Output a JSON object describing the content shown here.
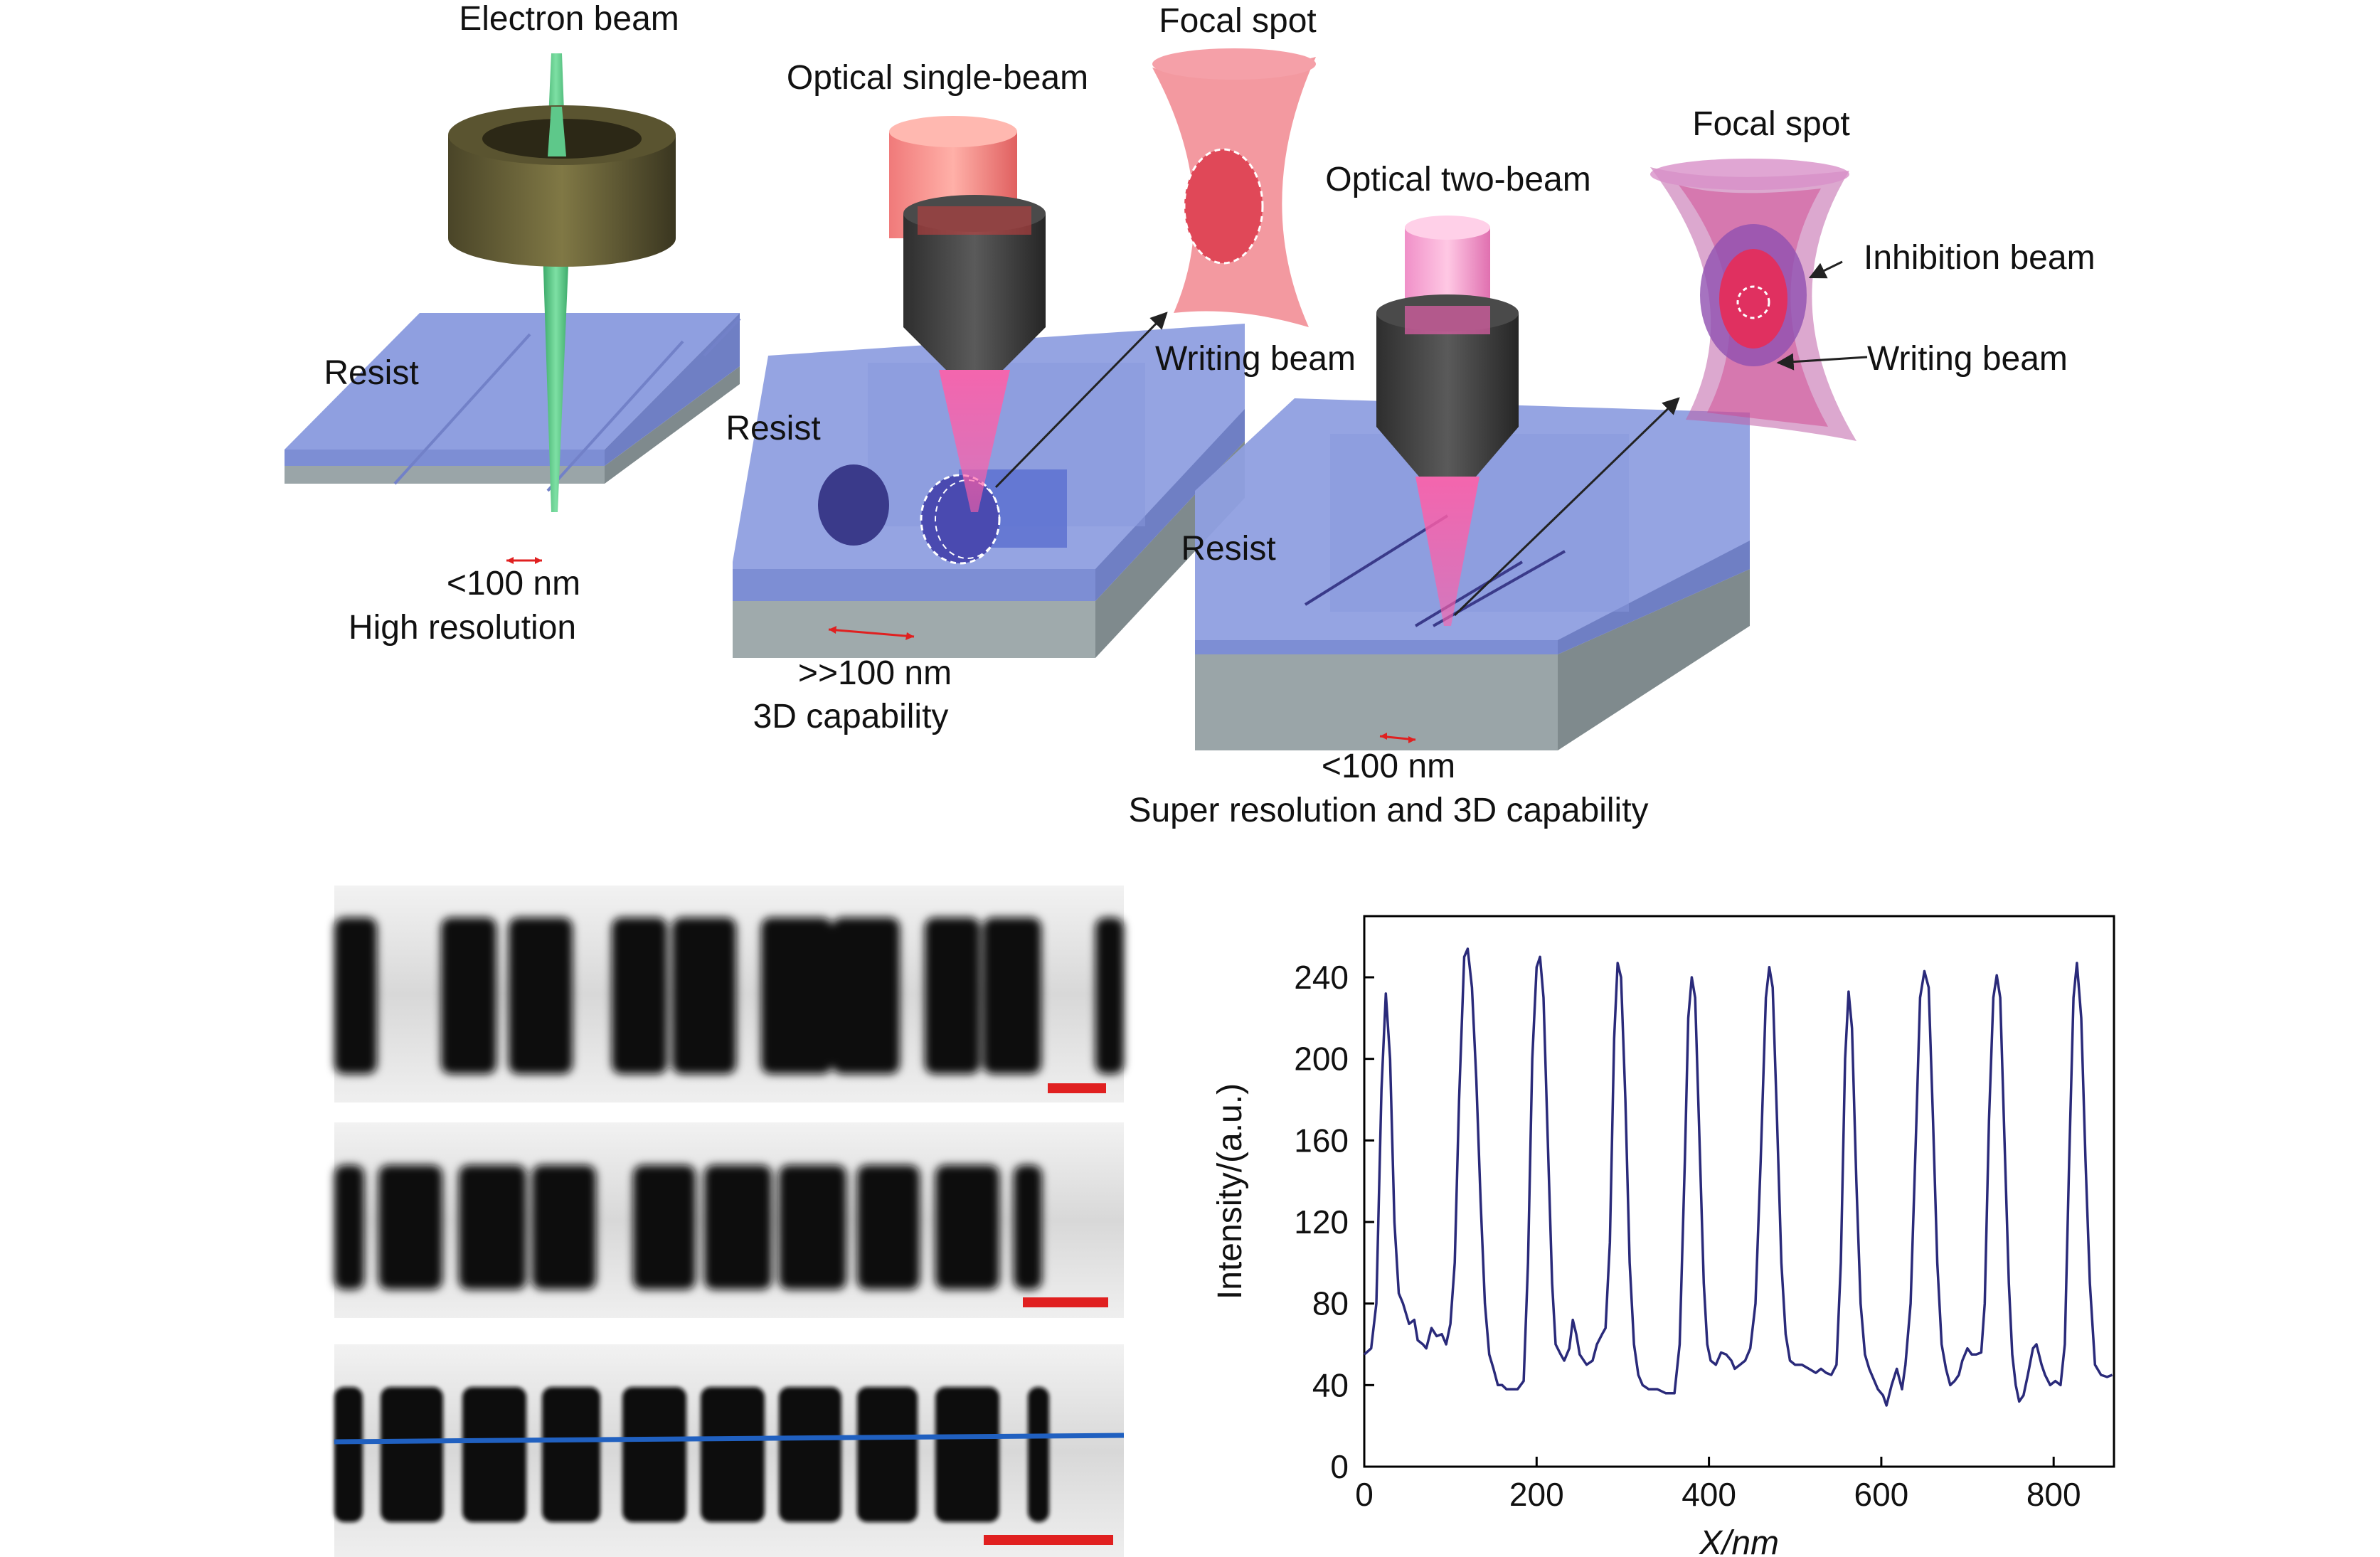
{
  "diagram": {
    "labels": {
      "electron_beam": "Electron beam",
      "optical_single_beam": "Optical single-beam",
      "focal_spot_1": "Focal spot",
      "optical_two_beam": "Optical two-beam",
      "focal_spot_2": "Focal spot",
      "inhibition_beam": "Inhibition beam",
      "writing_beam_1": "Writing beam",
      "writing_beam_2": "Writing beam",
      "resist_1": "Resist",
      "resist_2": "Resist",
      "resist_3": "Resist",
      "res_1": "<100 nm",
      "cap_1": "High resolution",
      "res_2": ">>100 nm",
      "cap_2": "3D capability",
      "res_3": "<100 nm",
      "cap_3": "Super resolution and 3D capability"
    },
    "colors": {
      "resist": "#8f9fe0",
      "substrate": "#9aa5a8",
      "electron_beam": "#55c080",
      "lens_dark": "#4a4a4a",
      "lens_ring": "#6b6338",
      "writing_beam": "#ff4fa0",
      "inhibition_beam": "#a070c8",
      "scale_bar": "#e02020",
      "line_profile": "#2060c0"
    }
  },
  "images": [
    {
      "name": "micrograph-1"
    },
    {
      "name": "micrograph-2"
    },
    {
      "name": "micrograph-3"
    }
  ],
  "chart_data": {
    "type": "line",
    "xlabel": "X/nm",
    "ylabel": "Intensity/(a.u.)",
    "xlim": [
      0,
      870
    ],
    "ylim": [
      0,
      270
    ],
    "xticks": [
      0,
      200,
      400,
      600,
      800
    ],
    "yticks": [
      0,
      40,
      80,
      120,
      160,
      200,
      240
    ],
    "line_color": "#2a2a7a",
    "series": [
      {
        "points": [
          [
            0,
            55
          ],
          [
            8,
            58
          ],
          [
            14,
            80
          ],
          [
            20,
            185
          ],
          [
            25,
            232
          ],
          [
            30,
            200
          ],
          [
            35,
            120
          ],
          [
            40,
            85
          ],
          [
            45,
            80
          ],
          [
            52,
            70
          ],
          [
            58,
            72
          ],
          [
            62,
            62
          ],
          [
            68,
            60
          ],
          [
            72,
            58
          ],
          [
            78,
            68
          ],
          [
            84,
            64
          ],
          [
            90,
            65
          ],
          [
            95,
            60
          ],
          [
            100,
            70
          ],
          [
            105,
            100
          ],
          [
            110,
            180
          ],
          [
            116,
            250
          ],
          [
            120,
            254
          ],
          [
            125,
            235
          ],
          [
            130,
            190
          ],
          [
            135,
            130
          ],
          [
            140,
            80
          ],
          [
            145,
            55
          ],
          [
            150,
            48
          ],
          [
            155,
            40
          ],
          [
            160,
            40
          ],
          [
            165,
            38
          ],
          [
            170,
            38
          ],
          [
            178,
            38
          ],
          [
            185,
            42
          ],
          [
            190,
            100
          ],
          [
            195,
            200
          ],
          [
            200,
            245
          ],
          [
            204,
            250
          ],
          [
            208,
            230
          ],
          [
            213,
            160
          ],
          [
            218,
            90
          ],
          [
            222,
            60
          ],
          [
            228,
            55
          ],
          [
            232,
            52
          ],
          [
            238,
            58
          ],
          [
            242,
            72
          ],
          [
            246,
            65
          ],
          [
            250,
            55
          ],
          [
            258,
            50
          ],
          [
            265,
            52
          ],
          [
            270,
            60
          ],
          [
            276,
            65
          ],
          [
            280,
            68
          ],
          [
            285,
            110
          ],
          [
            290,
            210
          ],
          [
            294,
            247
          ],
          [
            298,
            240
          ],
          [
            303,
            180
          ],
          [
            308,
            100
          ],
          [
            313,
            60
          ],
          [
            318,
            45
          ],
          [
            323,
            40
          ],
          [
            330,
            38
          ],
          [
            340,
            38
          ],
          [
            350,
            36
          ],
          [
            360,
            36
          ],
          [
            366,
            60
          ],
          [
            372,
            150
          ],
          [
            376,
            220
          ],
          [
            380,
            240
          ],
          [
            384,
            230
          ],
          [
            389,
            160
          ],
          [
            394,
            90
          ],
          [
            398,
            60
          ],
          [
            402,
            52
          ],
          [
            408,
            50
          ],
          [
            414,
            56
          ],
          [
            420,
            55
          ],
          [
            426,
            52
          ],
          [
            430,
            48
          ],
          [
            436,
            50
          ],
          [
            442,
            52
          ],
          [
            448,
            58
          ],
          [
            454,
            80
          ],
          [
            460,
            150
          ],
          [
            466,
            230
          ],
          [
            470,
            245
          ],
          [
            474,
            235
          ],
          [
            479,
            170
          ],
          [
            484,
            100
          ],
          [
            489,
            65
          ],
          [
            494,
            52
          ],
          [
            500,
            50
          ],
          [
            508,
            50
          ],
          [
            516,
            48
          ],
          [
            524,
            46
          ],
          [
            530,
            48
          ],
          [
            536,
            46
          ],
          [
            542,
            45
          ],
          [
            548,
            50
          ],
          [
            553,
            100
          ],
          [
            558,
            200
          ],
          [
            562,
            233
          ],
          [
            566,
            215
          ],
          [
            571,
            140
          ],
          [
            576,
            80
          ],
          [
            581,
            55
          ],
          [
            586,
            48
          ],
          [
            590,
            44
          ],
          [
            596,
            38
          ],
          [
            602,
            35
          ],
          [
            606,
            30
          ],
          [
            612,
            40
          ],
          [
            618,
            48
          ],
          [
            624,
            38
          ],
          [
            628,
            50
          ],
          [
            634,
            80
          ],
          [
            640,
            160
          ],
          [
            645,
            230
          ],
          [
            650,
            243
          ],
          [
            655,
            235
          ],
          [
            660,
            170
          ],
          [
            665,
            100
          ],
          [
            670,
            60
          ],
          [
            675,
            48
          ],
          [
            680,
            40
          ],
          [
            685,
            42
          ],
          [
            690,
            45
          ],
          [
            694,
            52
          ],
          [
            700,
            58
          ],
          [
            705,
            55
          ],
          [
            710,
            55
          ],
          [
            716,
            56
          ],
          [
            720,
            80
          ],
          [
            725,
            170
          ],
          [
            730,
            230
          ],
          [
            734,
            241
          ],
          [
            738,
            230
          ],
          [
            743,
            160
          ],
          [
            748,
            90
          ],
          [
            752,
            55
          ],
          [
            756,
            40
          ],
          [
            760,
            32
          ],
          [
            765,
            35
          ],
          [
            770,
            45
          ],
          [
            776,
            58
          ],
          [
            780,
            60
          ],
          [
            786,
            50
          ],
          [
            790,
            45
          ],
          [
            796,
            40
          ],
          [
            802,
            42
          ],
          [
            808,
            40
          ],
          [
            813,
            60
          ],
          [
            818,
            150
          ],
          [
            823,
            230
          ],
          [
            827,
            247
          ],
          [
            832,
            220
          ],
          [
            837,
            150
          ],
          [
            842,
            90
          ],
          [
            848,
            50
          ],
          [
            855,
            45
          ],
          [
            862,
            44
          ],
          [
            868,
            45
          ]
        ]
      }
    ]
  }
}
